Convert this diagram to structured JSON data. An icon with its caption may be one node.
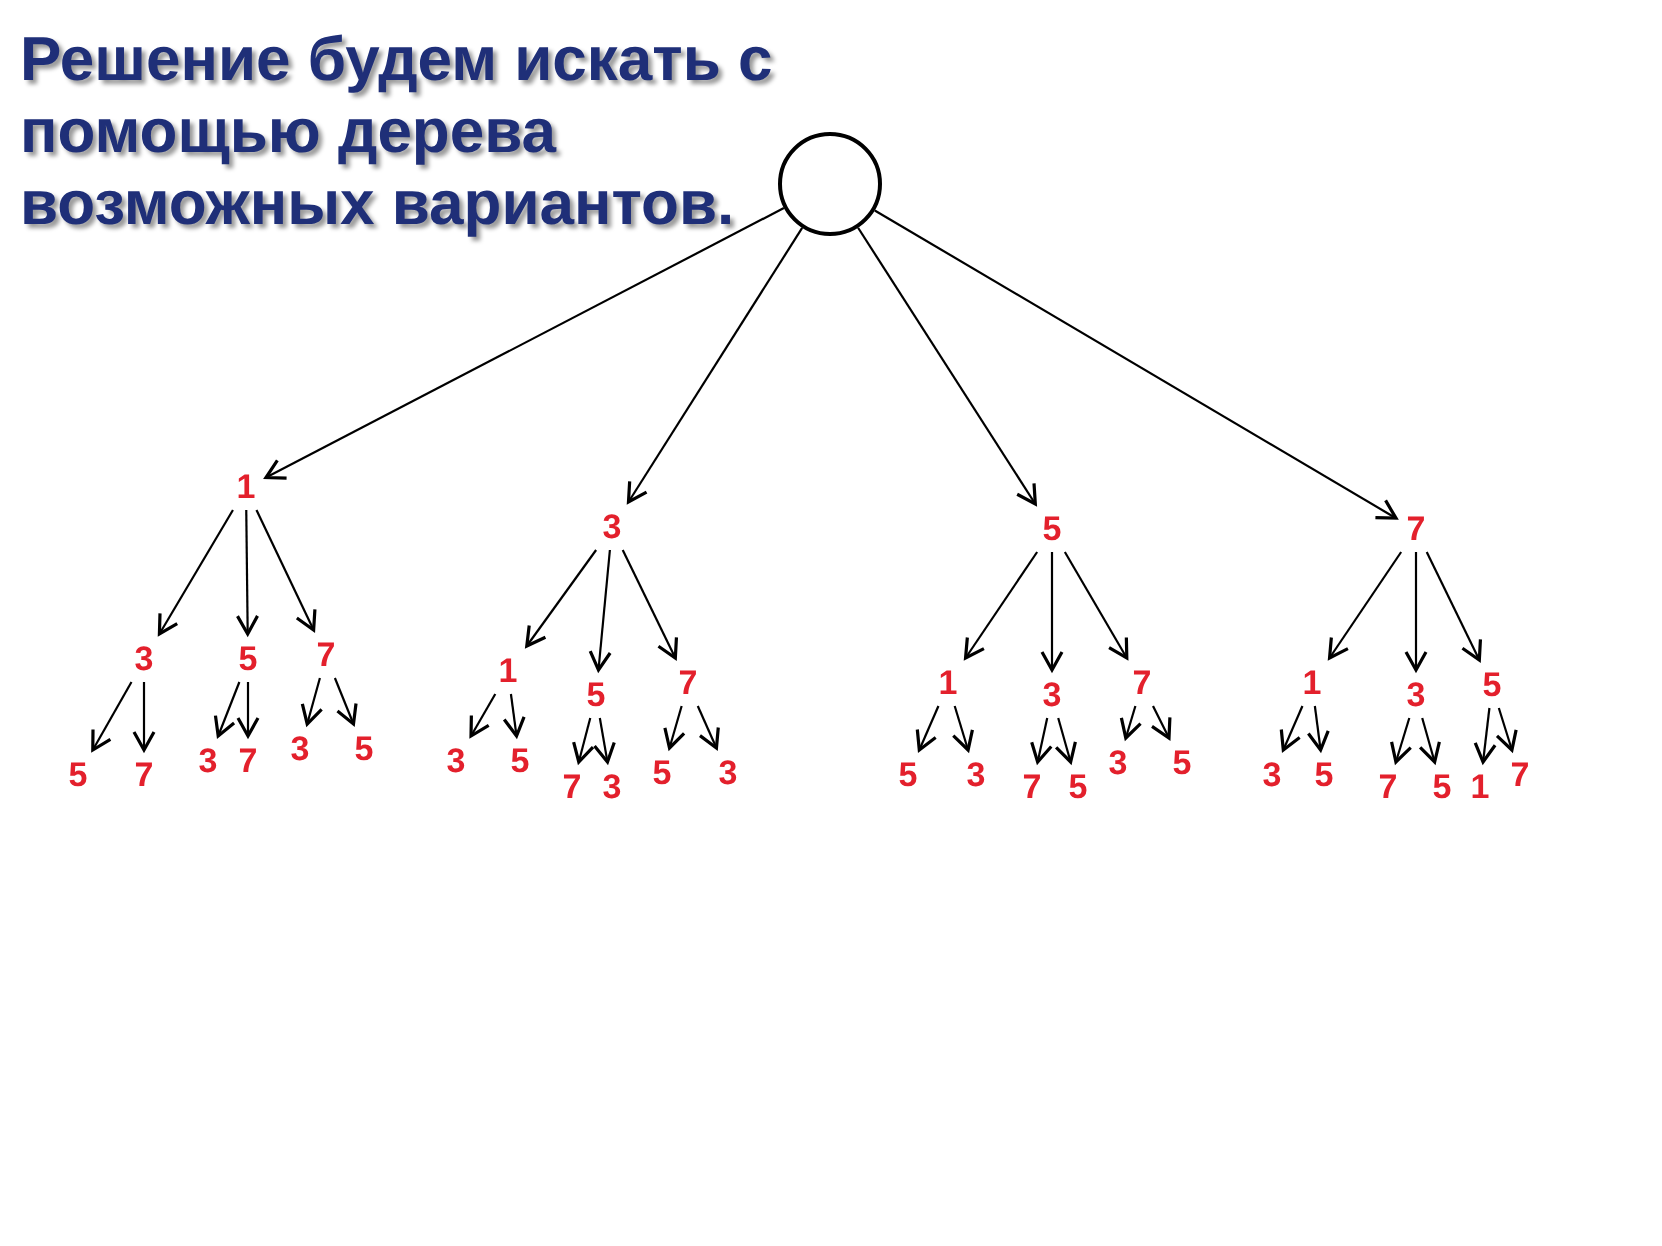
{
  "diagram": {
    "title": "Решение будем искать с помощью дерева возможных вариантов.",
    "nodes": [
      {
        "text": [],
        "shape": "circle"
      },
      {
        "text": [
          "1"
        ]
      },
      {
        "text": [
          "3"
        ]
      },
      {
        "text": [
          "5"
        ]
      },
      {
        "text": [
          "7"
        ]
      },
      {
        "text": [
          "3"
        ]
      },
      {
        "text": [
          "5"
        ]
      },
      {
        "text": [
          "7"
        ]
      },
      {
        "text": [
          "1"
        ]
      },
      {
        "text": [
          "5"
        ]
      },
      {
        "text": [
          "7"
        ]
      },
      {
        "text": [
          "1"
        ]
      },
      {
        "text": [
          "3"
        ]
      },
      {
        "text": [
          "7"
        ]
      },
      {
        "text": [
          "1"
        ]
      },
      {
        "text": [
          "3"
        ]
      },
      {
        "text": [
          "5"
        ]
      },
      {
        "text": [
          "5"
        ]
      },
      {
        "text": [
          "7"
        ]
      },
      {
        "text": [
          "3"
        ]
      },
      {
        "text": [
          "7"
        ]
      },
      {
        "text": [
          "3"
        ]
      },
      {
        "text": [
          "5"
        ]
      },
      {
        "text": [
          "3"
        ]
      },
      {
        "text": [
          "5"
        ]
      },
      {
        "text": [
          "7"
        ]
      },
      {
        "text": [
          "3"
        ]
      },
      {
        "text": [
          "5"
        ]
      },
      {
        "text": [
          "3"
        ]
      },
      {
        "text": [
          "5"
        ]
      },
      {
        "text": [
          "3"
        ]
      },
      {
        "text": [
          "7"
        ]
      },
      {
        "text": [
          "5"
        ]
      },
      {
        "text": [
          "3"
        ]
      },
      {
        "text": [
          "5"
        ]
      },
      {
        "text": [
          "3"
        ]
      },
      {
        "text": [
          "5"
        ]
      },
      {
        "text": [
          "7"
        ]
      },
      {
        "text": [
          "5"
        ]
      },
      {
        "text": [
          "1"
        ]
      },
      {
        "text": [
          "7"
        ]
      }
    ],
    "edges": [
      {
        "from": 0,
        "to": 1,
        "arrow": "to"
      },
      {
        "from": 0,
        "to": 2,
        "arrow": "to"
      },
      {
        "from": 0,
        "to": 3,
        "arrow": "to"
      },
      {
        "from": 0,
        "to": 4,
        "arrow": "to"
      },
      {
        "from": 1,
        "to": 5,
        "arrow": "to"
      },
      {
        "from": 1,
        "to": 6,
        "arrow": "to"
      },
      {
        "from": 1,
        "to": 7,
        "arrow": "to"
      },
      {
        "from": 2,
        "to": 8,
        "arrow": "to"
      },
      {
        "from": 2,
        "to": 9,
        "arrow": "to"
      },
      {
        "from": 2,
        "to": 10,
        "arrow": "to"
      },
      {
        "from": 3,
        "to": 11,
        "arrow": "to"
      },
      {
        "from": 3,
        "to": 12,
        "arrow": "to"
      },
      {
        "from": 3,
        "to": 13,
        "arrow": "to"
      },
      {
        "from": 4,
        "to": 14,
        "arrow": "to"
      },
      {
        "from": 4,
        "to": 15,
        "arrow": "to"
      },
      {
        "from": 4,
        "to": 16,
        "arrow": "to"
      },
      {
        "from": 5,
        "to": 17,
        "arrow": "to"
      },
      {
        "from": 5,
        "to": 18,
        "arrow": "to"
      },
      {
        "from": 6,
        "to": 19,
        "arrow": "to"
      },
      {
        "from": 6,
        "to": 20,
        "arrow": "to"
      },
      {
        "from": 7,
        "to": 21,
        "arrow": "to"
      },
      {
        "from": 7,
        "to": 22,
        "arrow": "to"
      },
      {
        "from": 8,
        "to": 23,
        "arrow": "to"
      },
      {
        "from": 8,
        "to": 24,
        "arrow": "to"
      },
      {
        "from": 9,
        "to": 25,
        "arrow": "to"
      },
      {
        "from": 9,
        "to": 26,
        "arrow": "to"
      },
      {
        "from": 10,
        "to": 27,
        "arrow": "to"
      },
      {
        "from": 10,
        "to": 28,
        "arrow": "to"
      },
      {
        "from": 11,
        "to": 29,
        "arrow": "to"
      },
      {
        "from": 11,
        "to": 30,
        "arrow": "to"
      },
      {
        "from": 12,
        "to": 31,
        "arrow": "to"
      },
      {
        "from": 12,
        "to": 32,
        "arrow": "to"
      },
      {
        "from": 13,
        "to": 33,
        "arrow": "to"
      },
      {
        "from": 13,
        "to": 34,
        "arrow": "to"
      },
      {
        "from": 14,
        "to": 35,
        "arrow": "to"
      },
      {
        "from": 14,
        "to": 36,
        "arrow": "to"
      },
      {
        "from": 15,
        "to": 37,
        "arrow": "to"
      },
      {
        "from": 15,
        "to": 38,
        "arrow": "to"
      },
      {
        "from": 16,
        "to": 39,
        "arrow": "to"
      },
      {
        "from": 16,
        "to": 40,
        "arrow": "to"
      }
    ]
  }
}
